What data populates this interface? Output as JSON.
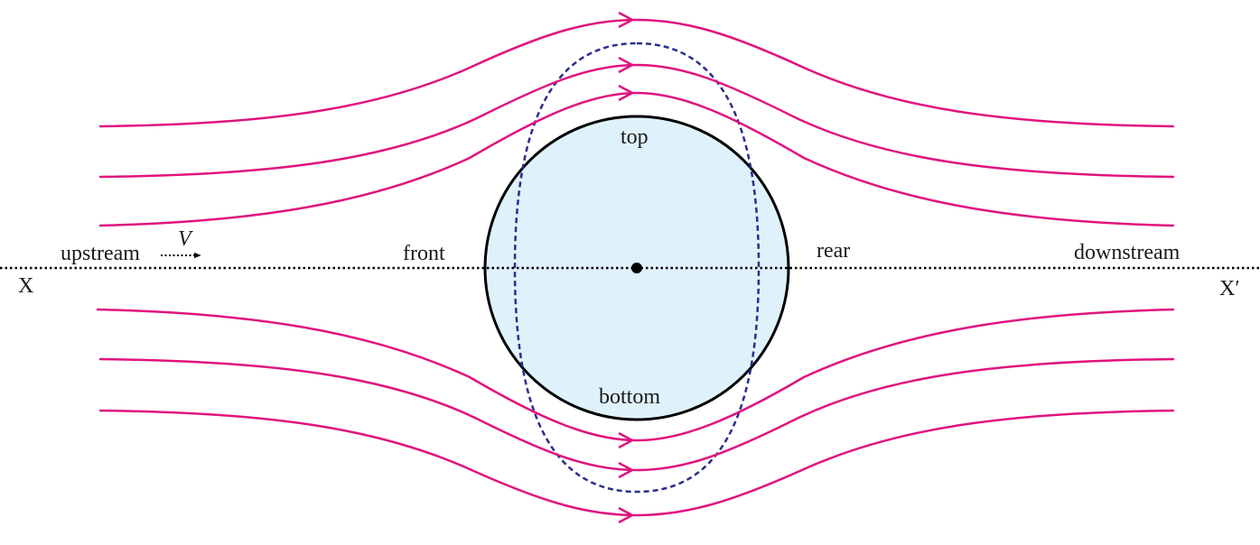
{
  "labels": {
    "upstream": "upstream",
    "velocity": "V",
    "front": "front",
    "rear": "rear",
    "downstream": "downstream",
    "top": "top",
    "bottom": "bottom",
    "axis_start": "X",
    "axis_end": "X′"
  },
  "colors": {
    "streamline": "#e0137f",
    "cylinder_fill": "#dff1fb",
    "cylinder_stroke": "#000000",
    "dashed_boundary": "#2b2e8c",
    "axis": "#000000"
  }
}
